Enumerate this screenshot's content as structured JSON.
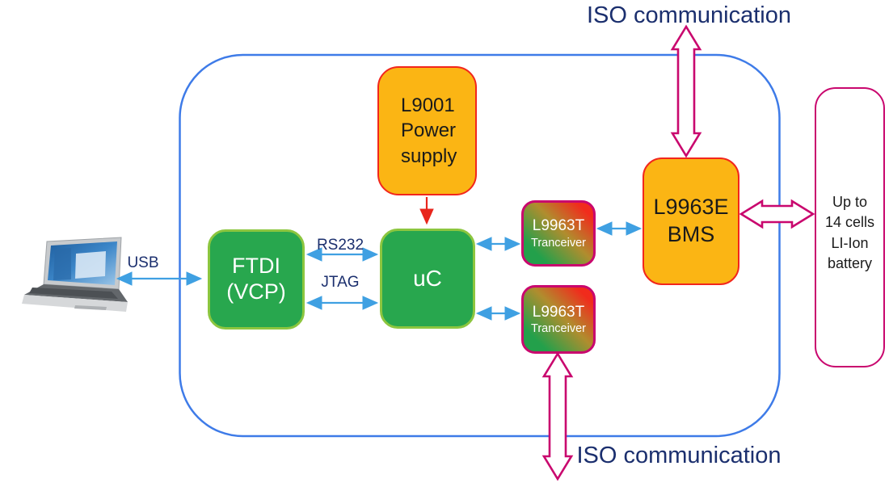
{
  "labels": {
    "iso_top": "ISO communication",
    "iso_bottom": "ISO communication",
    "usb": "USB",
    "rs232": "RS232",
    "jtag": "JTAG"
  },
  "boxes": {
    "ftdi": {
      "line1": "FTDI",
      "line2": "(VCP)"
    },
    "uc": {
      "label": "uC"
    },
    "power": {
      "line1": "L9001",
      "line2": "Power",
      "line3": "supply"
    },
    "transceiver_top": {
      "line1": "L9963T",
      "line2": "Tranceiver"
    },
    "transceiver_bottom": {
      "line1": "L9963T",
      "line2": "Tranceiver"
    },
    "bms": {
      "line1": "L9963E",
      "line2": "BMS"
    },
    "battery": {
      "line1": "Up to",
      "line2": "14 cells",
      "line3": "LI-Ion",
      "line4": "battery"
    }
  },
  "colors": {
    "board_outline_blue": "#3E7BE8",
    "signal_arrow_blue": "#3FA0E2",
    "label_navy": "#1B2F6E",
    "box_green_fill": "#28A74E",
    "box_green_border": "#8CC63F",
    "box_orange_fill": "#FBB514",
    "box_red_border": "#F2261C",
    "iso_arrow_magenta": "#C9076E",
    "power_arrow_red": "#E8251C",
    "transceiver_gradient_green": "#23A04B",
    "transceiver_gradient_red": "#F12B1C"
  }
}
